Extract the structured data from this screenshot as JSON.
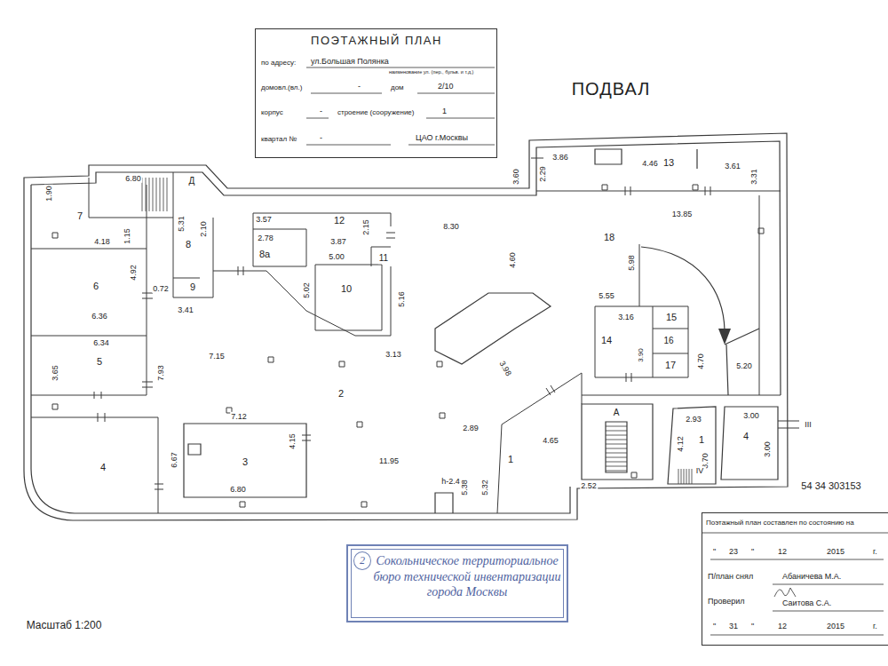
{
  "diagram": {
    "title": "ПОДВАЛ",
    "nodes": [
      {
        "text": [
          "ПОЭТАЖНЫЙ ПЛАН",
          "по адресу:",
          "ул.Большая Полянка",
          "наименование ул. (пер., бульв. и т.д.)",
          "домовл.(вл.)",
          "-",
          "дом",
          "2/10",
          "корпус",
          "-",
          "строение (сооружение)",
          "1",
          "квартал №",
          "-",
          "ЦАО г.Москвы"
        ]
      },
      {
        "text": [
          "Сокольническое территориальное бюро технической инвентаризации города Москвы"
        ]
      },
      {
        "text": [
          "2"
        ],
        "in": 1
      },
      {
        "text": [
          "Поэтажный план составлен по состоянию на",
          "\"",
          "23",
          "\"",
          "12",
          "2015",
          "г.",
          "П/план снял",
          "Абаничева М.А.",
          "Проверил",
          "Саитова С.А.",
          "\"",
          "31",
          "\"",
          "12",
          "2015",
          "г."
        ]
      }
    ],
    "labels": [
      "Масштаб 1:200",
      "54 34 303153",
      "6.80",
      "Д",
      "1.90",
      "7",
      "5.31",
      "2.10",
      "4.18",
      "1.15",
      "8",
      "6",
      "4.92",
      "0.72",
      "9",
      "6.36",
      "3.41",
      "6.34",
      "5",
      "3.65",
      "7.93",
      "7.15",
      "4",
      "6.67",
      "3.57",
      "12",
      "2.15",
      "8.30",
      "2.78",
      "8а",
      "3.87",
      "5.00",
      "11",
      "10",
      "5.02",
      "5.16",
      "4.60",
      "3.13",
      "2",
      "7.12",
      "3",
      "4.15",
      "6.80",
      "11.95",
      "h-2.49",
      "2.89",
      "3.98",
      "5.38",
      "5.32",
      "1",
      "4.65",
      "3.60",
      "2.29",
      "3.86",
      "4.46",
      "13",
      "3.61",
      "3.31",
      "13.85",
      "18",
      "5.98",
      "5.55",
      "3.16",
      "15",
      "14",
      "16",
      "3.90",
      "17",
      "4.70",
      "5.20",
      "А",
      "2.52",
      "2.93",
      "1",
      "4.12",
      "3.70",
      "IV",
      "3.00",
      "4",
      "3.00",
      "III"
    ]
  }
}
